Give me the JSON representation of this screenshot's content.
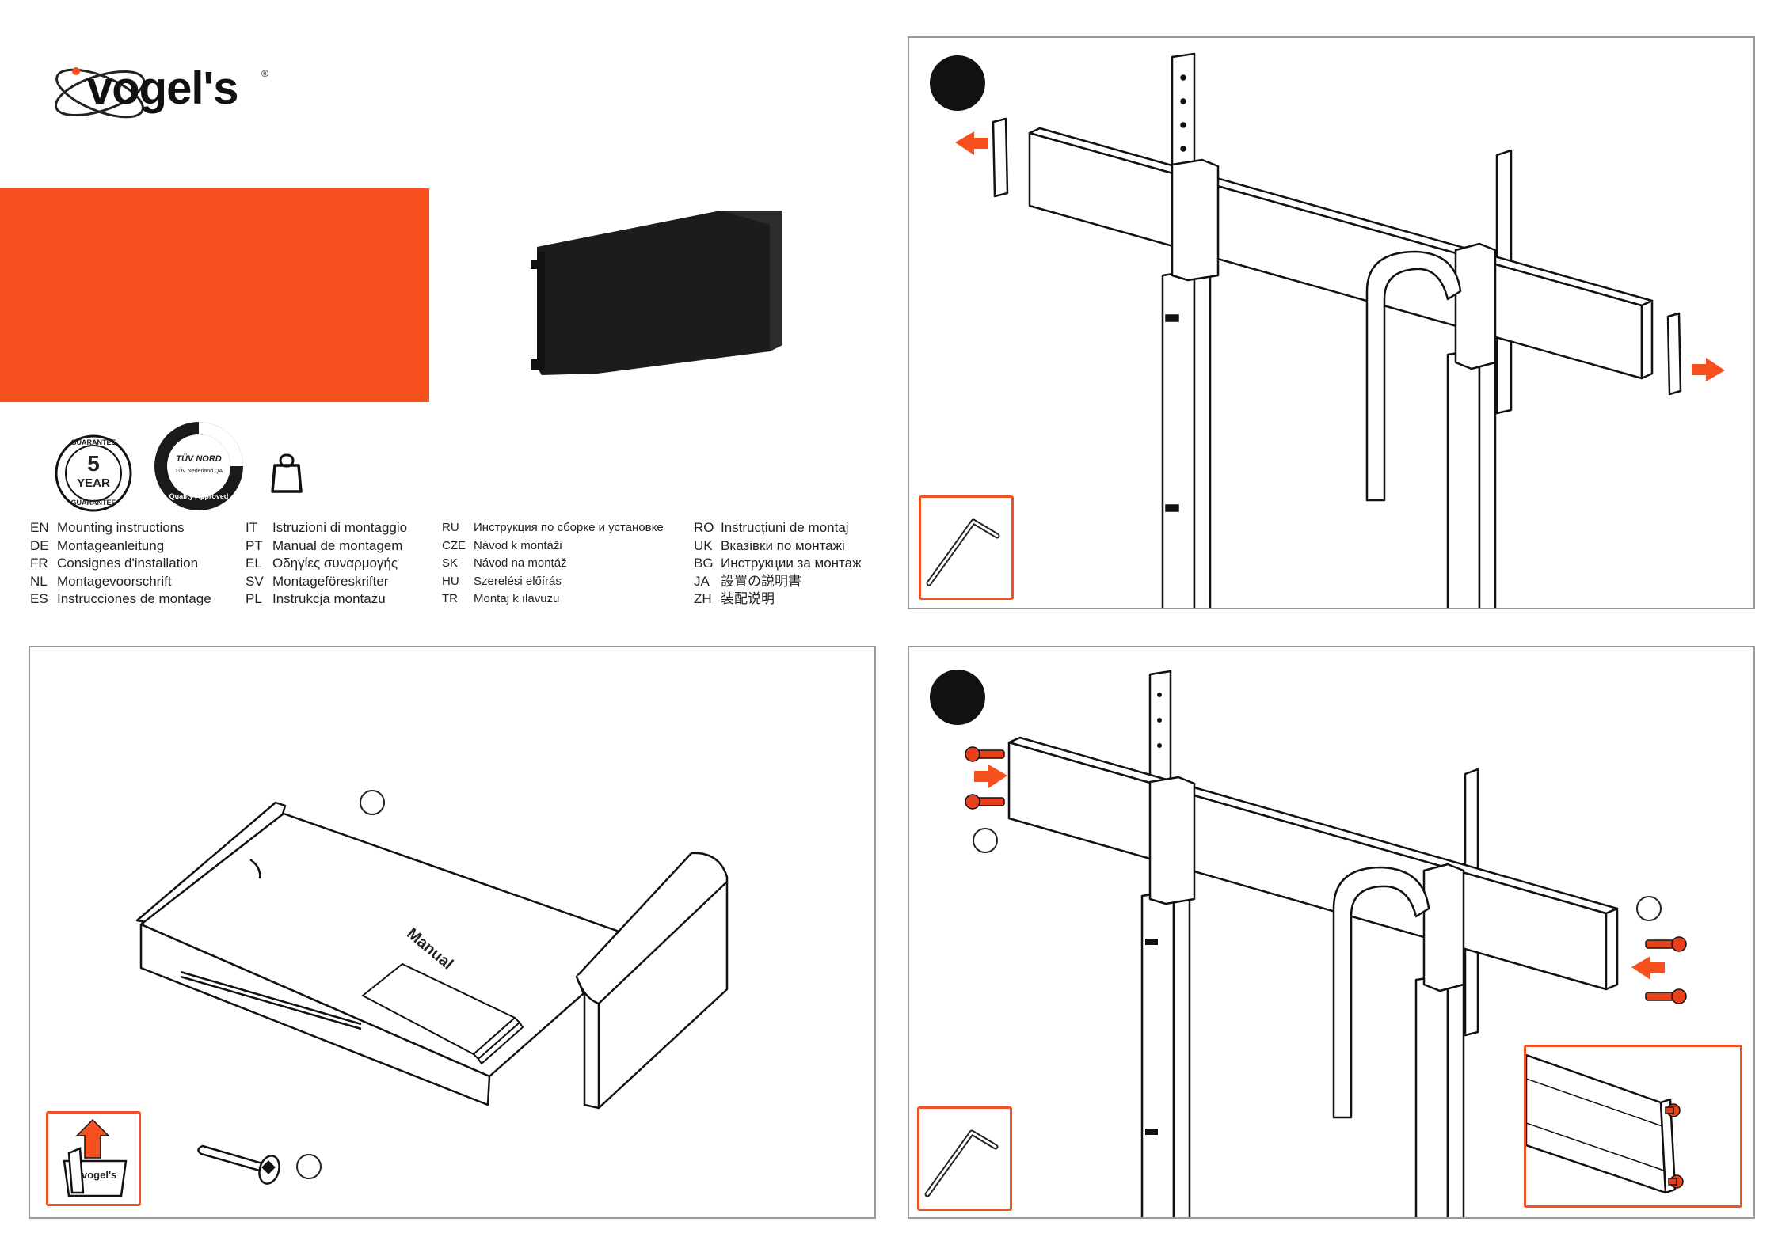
{
  "brand": {
    "logo_text": "vogel's",
    "accent_color": "#f5501e"
  },
  "badges": {
    "guarantee_top": "GUARANTEE",
    "guarantee_number": "5",
    "guarantee_unit": "YEAR",
    "guarantee_bottom": "GUARANTEE",
    "tuv_brand": "TÜV NORD",
    "tuv_sub": "TÜV Nederland QA",
    "tuv_ring": "Quality Approved",
    "weight_icon": "weight-icon"
  },
  "languages": {
    "col1": [
      {
        "code": "EN",
        "label": "Mounting instructions"
      },
      {
        "code": "DE",
        "label": "Montageanleitung"
      },
      {
        "code": "FR",
        "label": "Consignes d'installation"
      },
      {
        "code": "NL",
        "label": "Montagevoorschrift"
      },
      {
        "code": "ES",
        "label": "Instrucciones de montage"
      }
    ],
    "col2": [
      {
        "code": "IT",
        "label": "Istruzioni di montaggio"
      },
      {
        "code": "PT",
        "label": "Manual de montagem"
      },
      {
        "code": "EL",
        "label": "Οδηγίες συναρμογής"
      },
      {
        "code": "SV",
        "label": "Montageföreskrifter"
      },
      {
        "code": "PL",
        "label": "Instrukcja montażu"
      }
    ],
    "col3": [
      {
        "code": "RU",
        "label": "Инструкция по сборке и установке"
      },
      {
        "code": "CZE",
        "label": "Návod k montáži"
      },
      {
        "code": "SK",
        "label": "Návod na montáž"
      },
      {
        "code": "HU",
        "label": "Szerelési előírás"
      },
      {
        "code": "TR",
        "label": "Montaj k ılavuzu"
      }
    ],
    "col4": [
      {
        "code": "RO",
        "label": "Instrucțiuni de montaj"
      },
      {
        "code": "UK",
        "label": "Вказівки по монтажі"
      },
      {
        "code": "BG",
        "label": "Инструкции за монтаж"
      },
      {
        "code": "JA",
        "label": "設置の説明書"
      },
      {
        "code": "ZH",
        "label": "装配说明"
      }
    ]
  },
  "contents_panel": {
    "manual_label": "Manual",
    "box_logo": "vogel's"
  }
}
